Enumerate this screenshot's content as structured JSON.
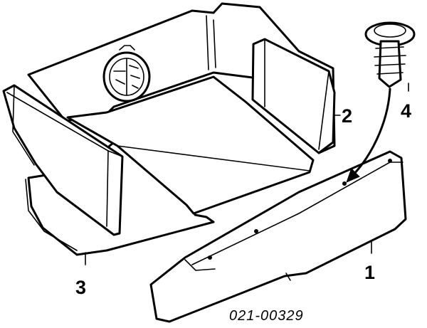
{
  "callouts": {
    "part1": "1",
    "part2": "2",
    "part3": "3",
    "part4": "4"
  },
  "diagram_number": "021-00329",
  "icons": {
    "emblem": "alfa-romeo-emblem-icon",
    "clip": "push-clip-fastener-icon"
  }
}
